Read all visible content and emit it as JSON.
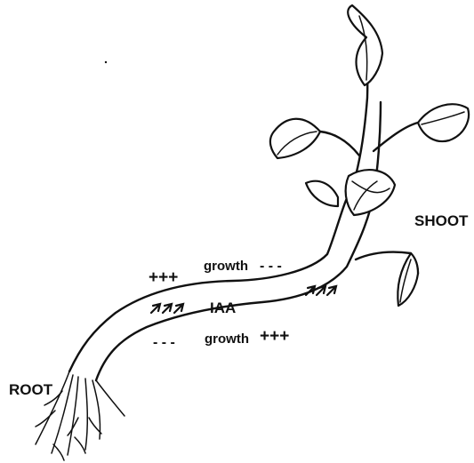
{
  "labels": {
    "root": "ROOT",
    "shoot": "SHOOT",
    "hormone": "IAA",
    "upper_growth": "growth",
    "upper_sign": "+++",
    "upper_dash": "- - -",
    "lower_growth": "growth",
    "lower_sign": "+++",
    "lower_dash": "- - -"
  }
}
